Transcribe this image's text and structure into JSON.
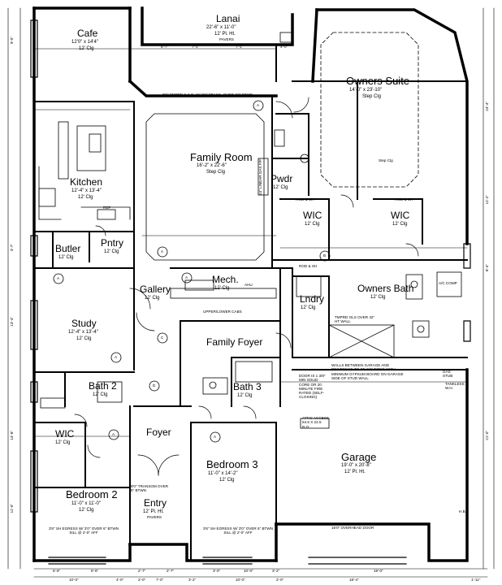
{
  "rooms": {
    "cafe": {
      "name": "Cafe",
      "size": "12'0\" x 14'4\"",
      "ceiling": "12' Clg"
    },
    "lanai": {
      "name": "Lanai",
      "size": "22'-6\" x 11'-0\"",
      "ceiling": "12' Pl. Ht.",
      "floor": "PAVERS"
    },
    "owners_suite": {
      "name": "Owners Suite",
      "size": "14'-0\" x 23'-10\"",
      "ceiling": "Step Clg"
    },
    "family_room": {
      "name": "Family Room",
      "size": "16'-2\" x 22'-6\"",
      "ceiling": "Step Clg"
    },
    "kitchen": {
      "name": "Kitchen",
      "size": "12'-4\" x 13'-4\"",
      "ceiling": "12' Clg"
    },
    "pwdr": {
      "name": "Pwdr",
      "ceiling": "12' Clg"
    },
    "wic_left": {
      "name": "WIC",
      "ceiling": "12' Clg"
    },
    "wic_right": {
      "name": "WIC",
      "ceiling": "12' Clg"
    },
    "butler": {
      "name": "Butler",
      "ceiling": "12' Clg"
    },
    "pntry": {
      "name": "Pntry",
      "ceiling": "12' Clg"
    },
    "mech": {
      "name": "Mech.",
      "ceiling": "12' Clg"
    },
    "gallery": {
      "name": "Gallery",
      "ceiling": "12' Clg"
    },
    "owners_bath": {
      "name": "Owners Bath",
      "ceiling": "12' Clg"
    },
    "lndry": {
      "name": "Lndry",
      "ceiling": "12' Clg"
    },
    "study": {
      "name": "Study",
      "size": "12'-4\" x 13'-4\"",
      "ceiling": "12' Clg"
    },
    "family_foyer": {
      "name": "Family Foyer"
    },
    "bath2": {
      "name": "Bath 2",
      "ceiling": "12' Clg"
    },
    "bath3": {
      "name": "Bath 3",
      "ceiling": "12' Clg"
    },
    "wic_bed2": {
      "name": "WIC",
      "ceiling": "12' Clg"
    },
    "foyer": {
      "name": "Foyer"
    },
    "bedroom3": {
      "name": "Bedroom 3",
      "size": "11'-0\" x 14'-2\"",
      "ceiling": "12' Clg"
    },
    "garage": {
      "name": "Garage",
      "size": "19'-0\" x 20'-8\"",
      "ceiling": "12' Pl. Ht."
    },
    "bedroom2": {
      "name": "Bedroom 2",
      "size": "11'-0\" x 11'-0\"",
      "ceiling": "12' Clg"
    },
    "entry": {
      "name": "Entry",
      "ceiling": "12' Pl. Ht.",
      "floor": "PAVERS"
    }
  },
  "notes": {
    "lanai_door": "8'0\" TMPRD S.S.D. W/ 2'0\" TRANS. OVER 4'0\" BTWN",
    "garage_wall": "WALLS BETWEEN GARAGE AND RESIDENCE TO BE COVERED WITH MINIMUM GYPSUM BOARD ON GARAGE SIDE OF STUD WALL",
    "fire_door": "DOOR IS 1 3/8\" MIN SOLID CORE OR 20 MINUTE FIRE RATED (SELF-CLOSING)",
    "attic": "ATTIC ACCESS 54.5 X 22.5 R.O.",
    "overhead": "16'0\" OVERHEAD DOOR",
    "tankless": "TANKLESS W.H.",
    "gas_stub": "GAS STUB",
    "hb": "H.B.",
    "ac_comp": "A/C COMP",
    "fireplace": "24\" LINEAR GAS F/P",
    "tmprd_glass": "TMPRD GLS OVER 42\" HT WALL",
    "sheer_glass": "3'6\" SH EGRESS W/ 3'0\" OVER 6\" BTWN SILL @ 2'-0\" AFF",
    "transom": "8'0\" TRANSOM OVER 6\" BTWN",
    "upper_lower": "UPPER/LOWER CABS",
    "rod_sh": "ROD & SH",
    "ref": "REF",
    "ahu": "AHU",
    "step_clg": "Step Clg"
  },
  "dims": {
    "bottom": [
      "10'-0\"",
      "4'-0\"",
      "2'-0\"",
      "7'-0\"",
      "3'-2\"",
      "10'-0\"",
      "2'-0\"",
      "18'-4\"",
      "1'-11\""
    ],
    "bottom_inner": [
      "5'-6\"",
      "6'-6\"",
      "2'-7\"",
      "2'-7\"",
      "3'-0\"",
      "10'-0\"",
      "3'-2\"",
      "19'-0\""
    ],
    "top_inner": [
      "6'-7\"",
      "7'-1\"",
      "7'-1\"",
      "4'-0\""
    ],
    "left_side": [
      "9'-0\"",
      "3'-7\"",
      "13'-4\"",
      "14'-8\"",
      "11'-0\""
    ],
    "right_side": [
      "24'-4\"",
      "8'-4\"",
      "21'-0\"",
      "11'-2\""
    ]
  },
  "markers": [
    "A",
    "A",
    "A",
    "B",
    "A",
    "C",
    "D",
    "A",
    "A",
    "A"
  ]
}
